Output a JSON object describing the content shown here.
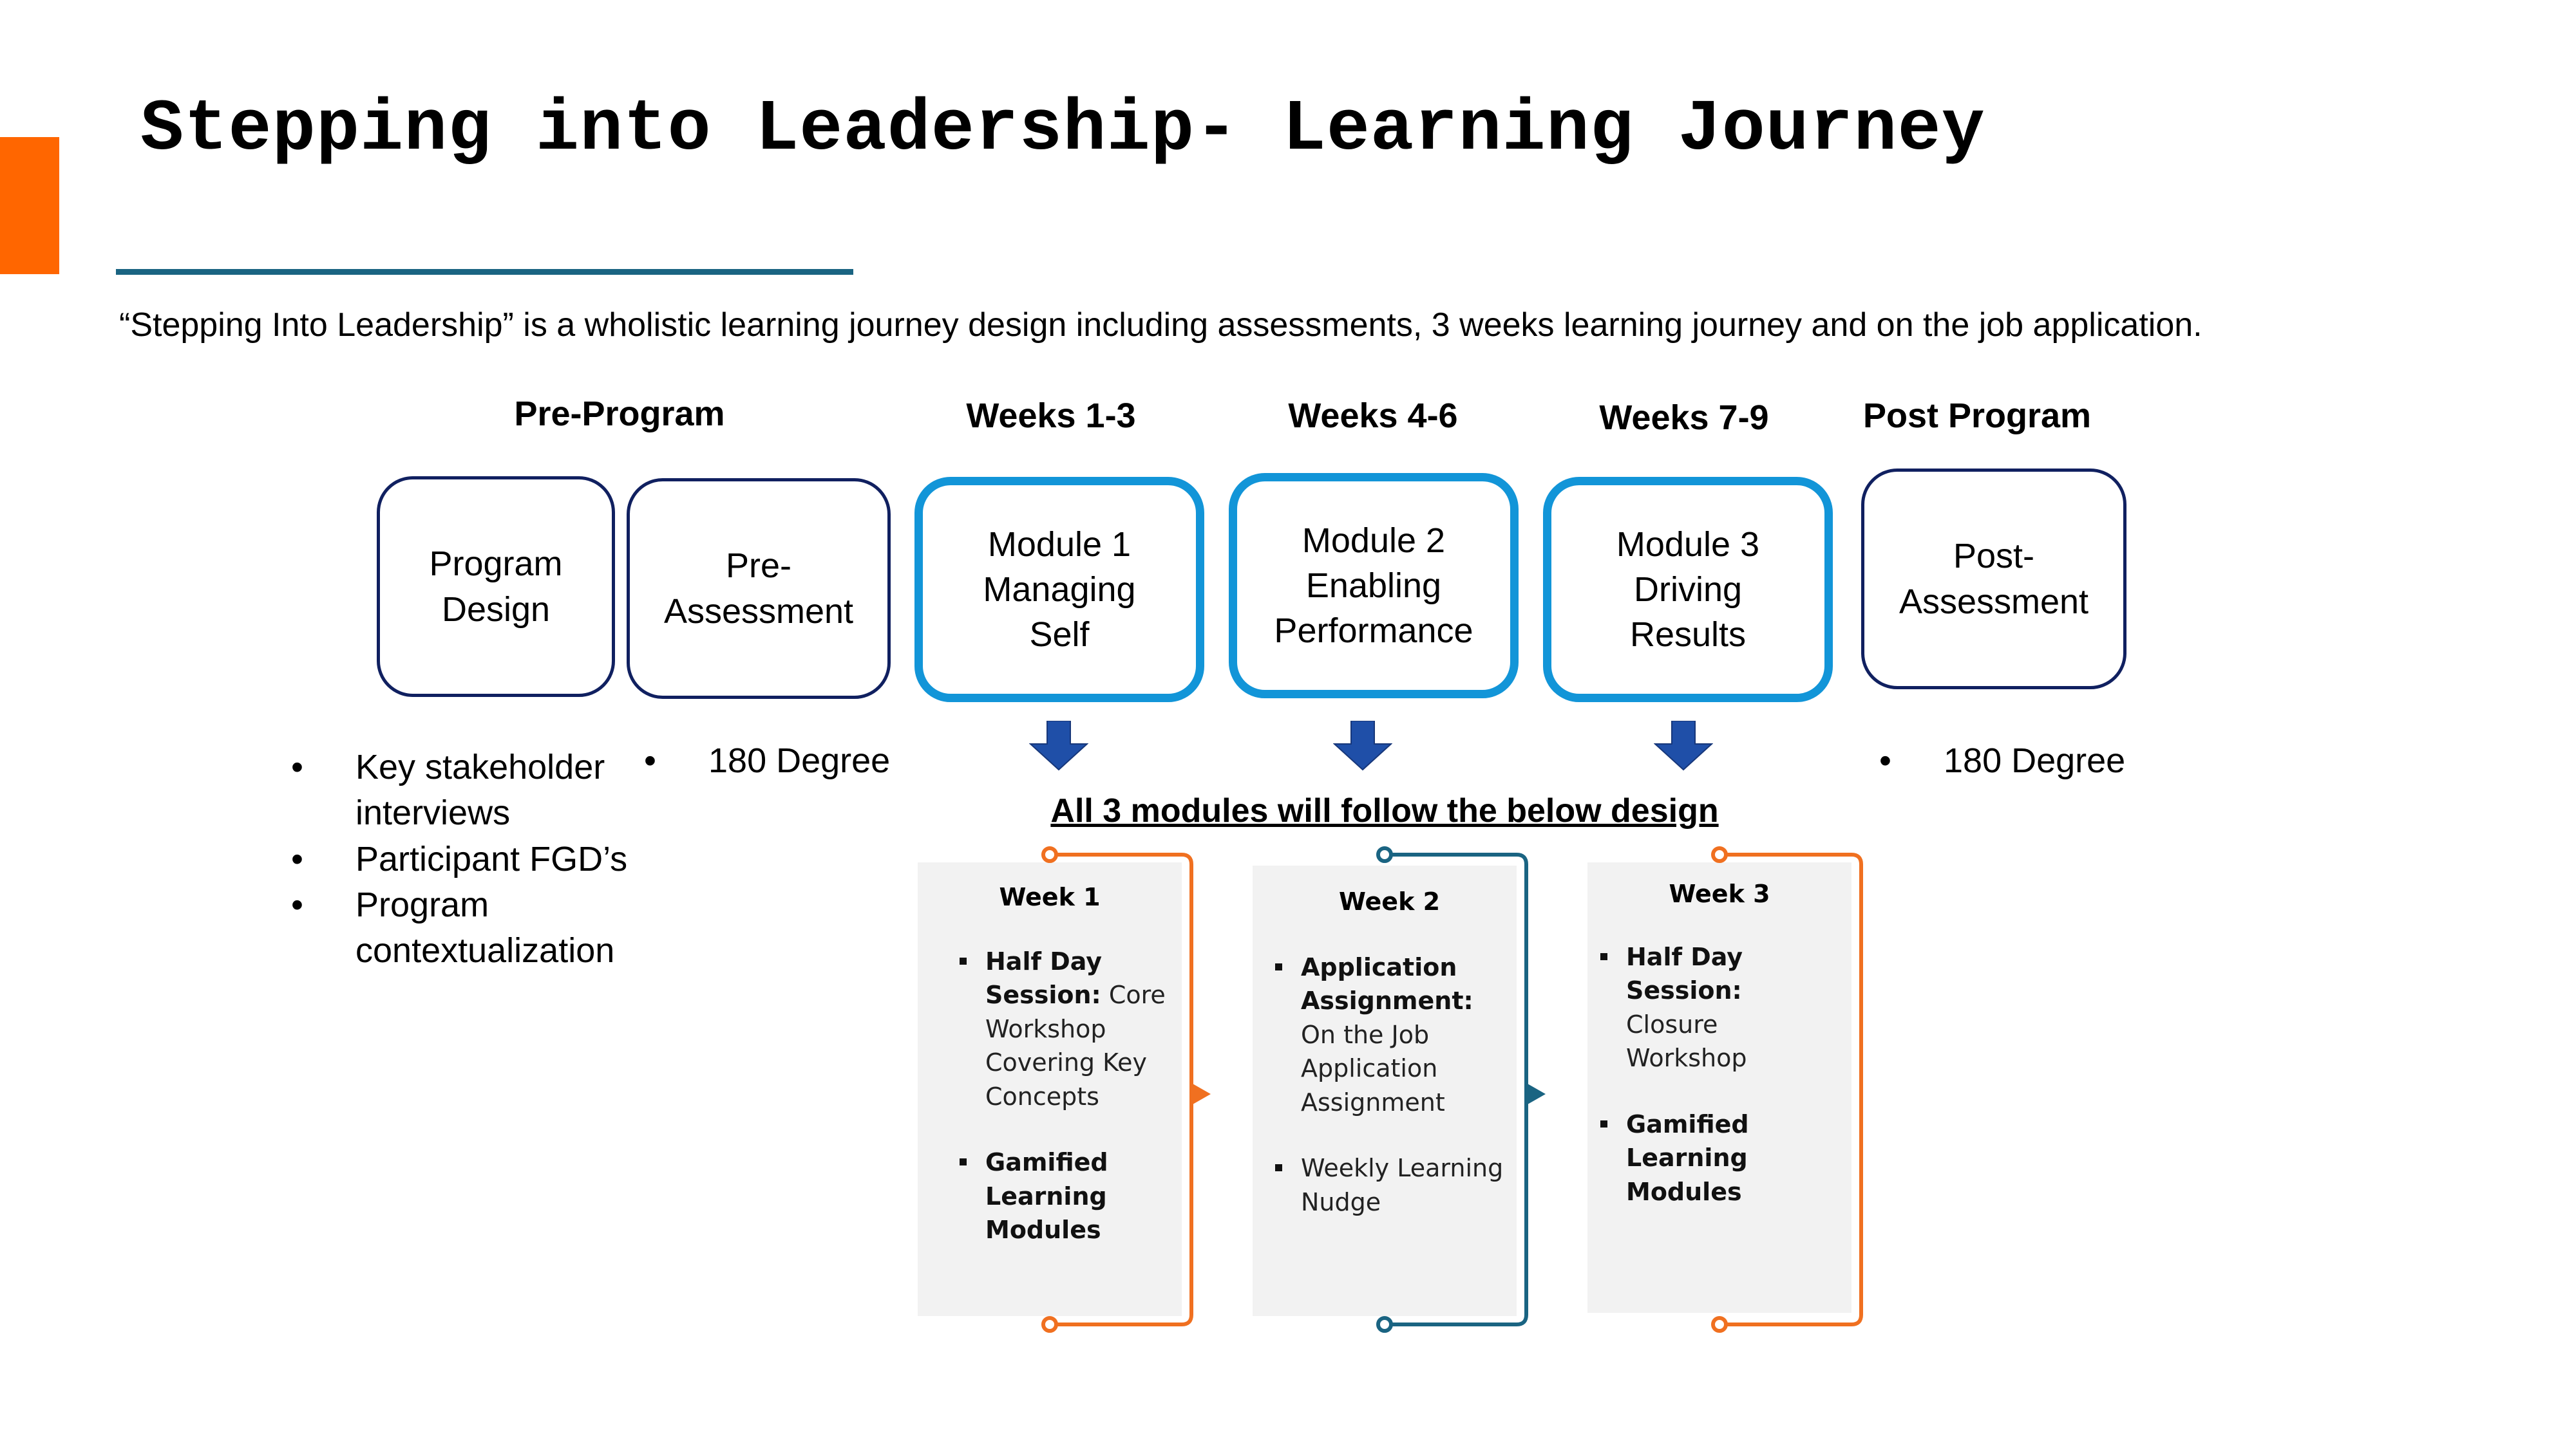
{
  "slide": {
    "title": "Stepping into Leadership- Learning Journey",
    "intro": "“Stepping Into Leadership” is a wholistic learning journey design including assessments, 3 weeks learning journey and on the job application."
  },
  "phases": [
    {
      "label": "Pre-Program"
    },
    {
      "label": "Weeks 1-3"
    },
    {
      "label": "Weeks 4-6"
    },
    {
      "label": "Weeks 7-9"
    },
    {
      "label": "Post Program"
    }
  ],
  "boxes": [
    {
      "label": "Program\nDesign"
    },
    {
      "label": "Pre-\nAssessment"
    },
    {
      "label": "Module 1\nManaging\nSelf"
    },
    {
      "label": "Module 2\nEnabling\nPerformance"
    },
    {
      "label": "Module 3\nDriving\nResults"
    },
    {
      "label": "Post-\nAssessment"
    }
  ],
  "notes": {
    "pre_program": [
      "Key stakeholder\ninterviews",
      "Participant FGD’s",
      "Program\ncontextualization"
    ],
    "pre_assessment": [
      "180 Degree"
    ],
    "post_assessment": [
      "180 Degree"
    ]
  },
  "design_caption": "All 3 modules will follow the below design",
  "weeks": [
    {
      "title": "Week 1",
      "items": [
        {
          "bold": "Half Day Session:",
          "text": "Core Workshop Covering Key Concepts"
        },
        {
          "bold": "Gamified Learning Modules",
          "text": ""
        }
      ]
    },
    {
      "title": "Week 2",
      "items": [
        {
          "bold": "Application Assignment:",
          "text": "On the Job Application Assignment"
        },
        {
          "bold": "",
          "text": "Weekly Learning Nudge"
        }
      ]
    },
    {
      "title": "Week 3",
      "items": [
        {
          "bold": "Half Day Session:",
          "text": "Closure Workshop"
        },
        {
          "bold": "Gamified Learning Modules",
          "text": ""
        }
      ]
    }
  ],
  "colors": {
    "accent": "#ff6600",
    "rule": "#1a6482",
    "box_dark": "#102060",
    "box_blue": "#1295d8",
    "arrow": "#1f4fa8",
    "connector_orange": "#f07020",
    "connector_teal": "#1a6482"
  }
}
